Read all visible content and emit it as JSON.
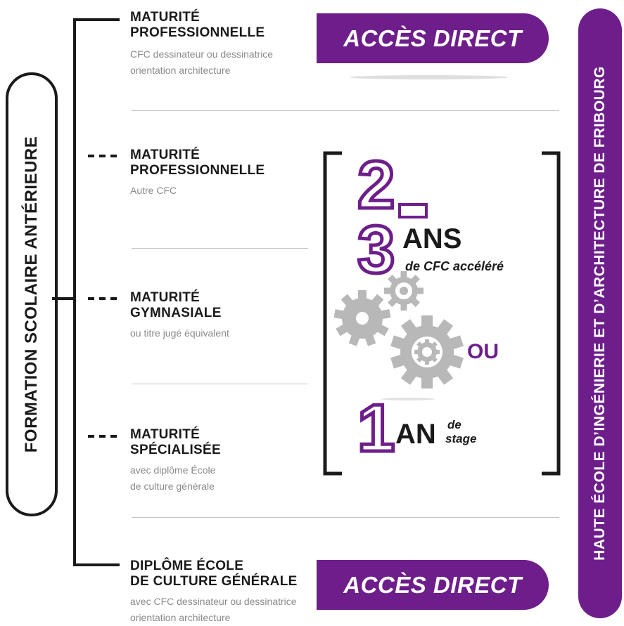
{
  "left_label": "FORMATION SCOLAIRE ANTÉRIEURE",
  "right_label": "HAUTE ÉCOLE D’INGÉNIERIE ET D’ARCHITECTURE DE FRIBOURG",
  "colors": {
    "accent": "#6e1e8a",
    "dark": "#1a1a1a",
    "gear": "#b8b8b8",
    "muted": "#8a8a8a"
  },
  "entries": [
    {
      "title1": "MATURITÉ",
      "title2": "PROFESSIONNELLE",
      "sub1": "CFC dessinateur ou dessinatrice",
      "sub2": "orientation architecture"
    },
    {
      "title1": "MATURITÉ",
      "title2": "PROFESSIONNELLE",
      "sub1": "Autre CFC"
    },
    {
      "title1": "MATURITÉ",
      "title2": "GYMNASIALE",
      "sub1": "ou titre jugé équivalent"
    },
    {
      "title1": "MATURITÉ",
      "title2": "SPÉCIALISÉE",
      "sub1": "avec diplôme École",
      "sub2": "de culture générale"
    },
    {
      "title1": "DIPLÔME ÉCOLE",
      "title2": "DE CULTURE GÉNÉRALE",
      "sub1": "avec CFC dessinateur ou dessinatrice",
      "sub2": "orientation architecture"
    }
  ],
  "access_label": "ACCÈS DIRECT",
  "requirement": {
    "num_a": "2",
    "dash": "–",
    "num_b": "3",
    "ans": "ANS",
    "cfc": "de CFC accéléré",
    "or": "OU",
    "num_c": "1",
    "an": "AN",
    "de": "de",
    "stage": "stage"
  },
  "icons": [
    "gear-icon",
    "gear-icon",
    "gear-icon"
  ]
}
